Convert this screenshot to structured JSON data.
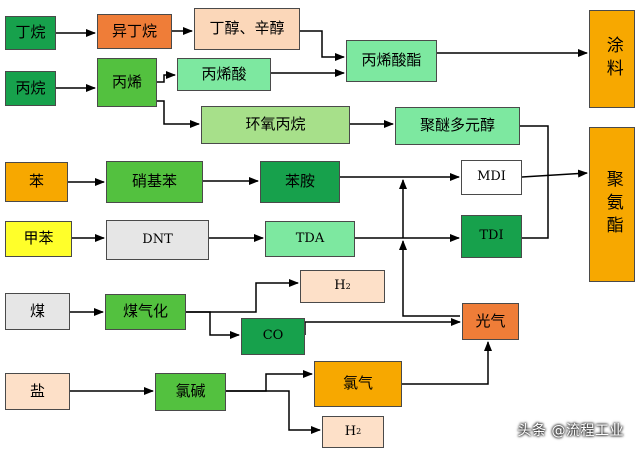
{
  "colors": {
    "dark_green": "#17a14c",
    "green": "#53c13f",
    "light_green": "#a7e08a",
    "mint": "#7de8a0",
    "orange": "#ef7d38",
    "peach": "#fbd7b9",
    "gold": "#f7a800",
    "yellow": "#ffff2a",
    "grey": "#e6e6e6",
    "salmon": "#fde0c8",
    "line": "#000000"
  },
  "nodes": {
    "butane": "丁烷",
    "isobutane": "异丁烷",
    "butanol_octanol": "丁醇、辛醇",
    "propane": "丙烷",
    "propylene": "丙烯",
    "acrylic_acid": "丙烯酸",
    "acrylate": "丙烯酸酯",
    "coating": "涂料",
    "propylene_oxide": "环氧丙烷",
    "polyether_polyol": "聚醚多元醇",
    "benzene": "苯",
    "nitrobenzene": "硝基苯",
    "aniline": "苯胺",
    "mdi": "MDI",
    "polyurethane": "聚氨酯",
    "toluene": "甲苯",
    "dnt": "DNT",
    "tda": "TDA",
    "tdi": "TDI",
    "coal": "煤",
    "coal_gasification": "煤气化",
    "h2_top": "H",
    "h2_top_sub": "2",
    "co": "CO",
    "phosgene": "光气",
    "salt": "盐",
    "chlor_alkali": "氯碱",
    "chlorine": "氯气",
    "h2_bottom": "H",
    "h2_bottom_sub": "2"
  },
  "watermark": "头条 @流程工业"
}
